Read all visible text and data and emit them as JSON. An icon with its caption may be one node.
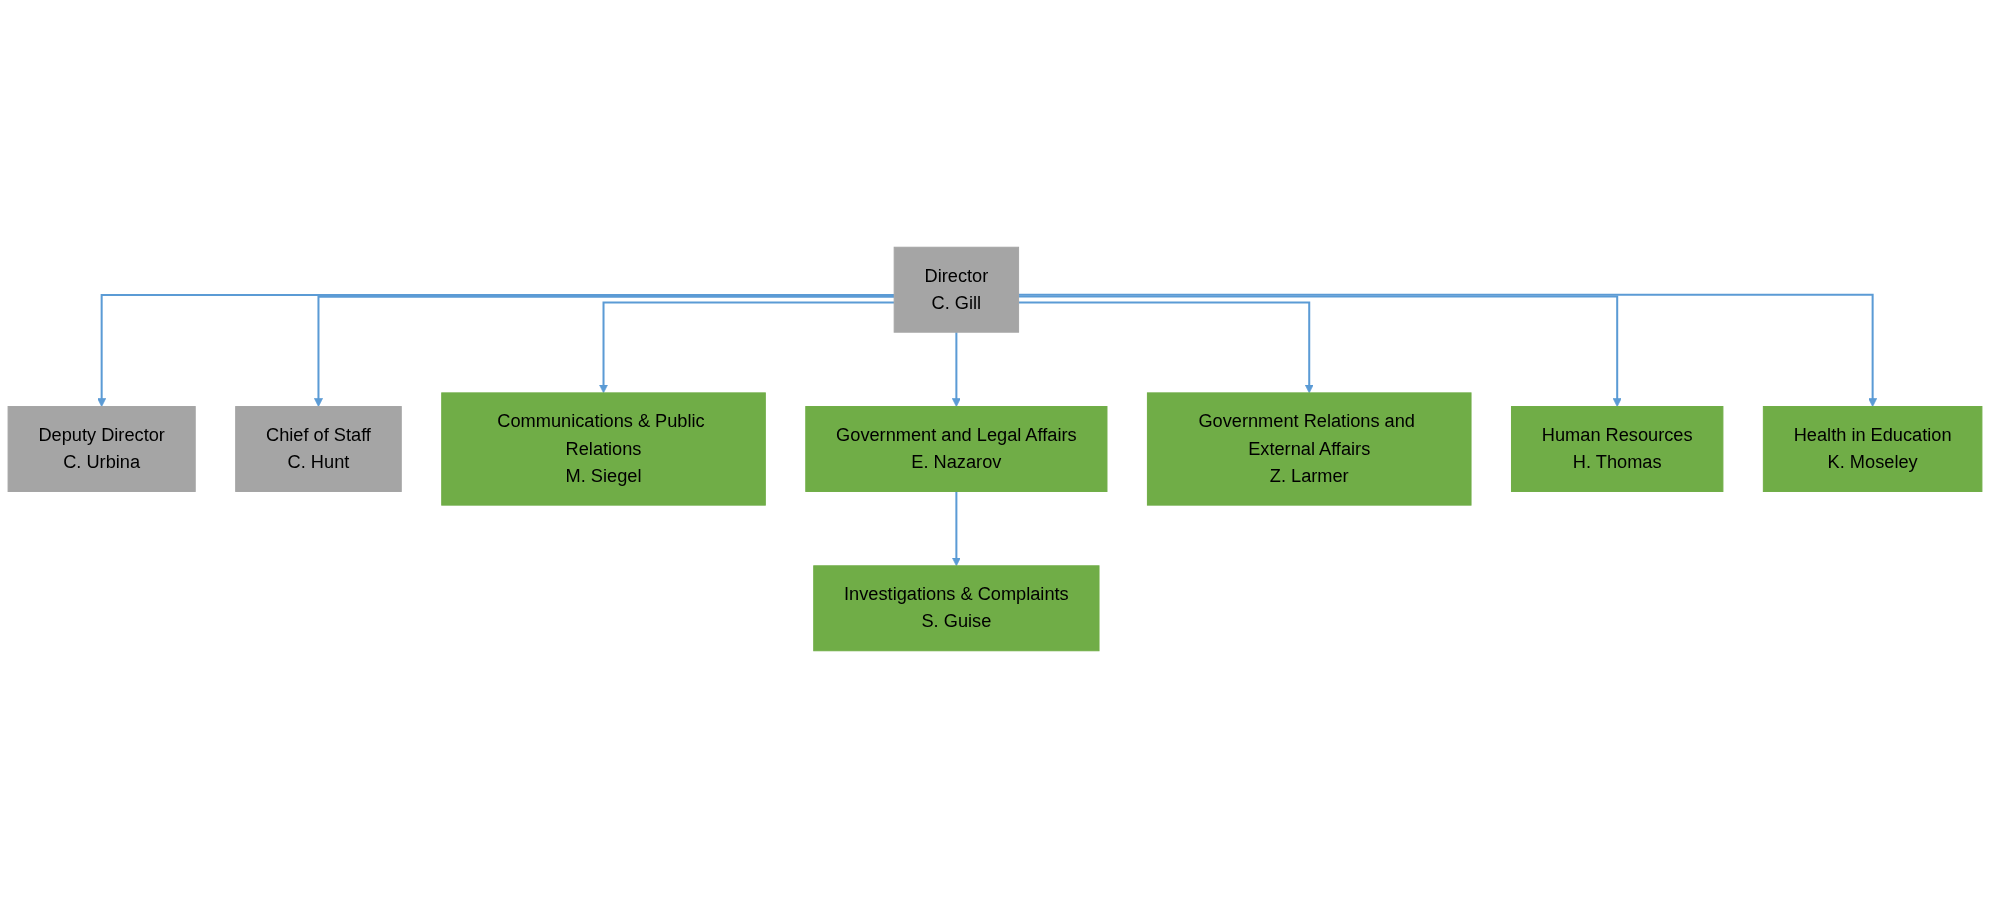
{
  "diagram": {
    "nodes": [
      {
        "text": [
          "Director",
          "C. Gill"
        ]
      },
      {
        "text": [
          "Deputy Director",
          "C. Urbina"
        ]
      },
      {
        "text": [
          "Chief of Staff",
          "C. Hunt"
        ]
      },
      {
        "text": [
          "Communications & Public Relations",
          "M. Siegel"
        ]
      },
      {
        "text": [
          "Government and Legal Affairs",
          "E. Nazarov"
        ]
      },
      {
        "text": [
          "Government Relations and External Affairs",
          "Z. Larmer"
        ]
      },
      {
        "text": [
          "Human Resources",
          "H. Thomas"
        ]
      },
      {
        "text": [
          "Health in Education",
          "K. Moseley"
        ]
      },
      {
        "text": [
          "Investigations & Complaints",
          "S. Guise"
        ]
      }
    ],
    "edges": [
      {
        "from": 0,
        "to": 1,
        "arrow": "to"
      },
      {
        "from": 0,
        "to": 2,
        "arrow": "to"
      },
      {
        "from": 0,
        "to": 3,
        "arrow": "to"
      },
      {
        "from": 0,
        "to": 4,
        "arrow": "to"
      },
      {
        "from": 0,
        "to": 5,
        "arrow": "to"
      },
      {
        "from": 0,
        "to": 6,
        "arrow": "to"
      },
      {
        "from": 0,
        "to": 7,
        "arrow": "to"
      },
      {
        "from": 4,
        "to": 8,
        "arrow": "to"
      }
    ]
  }
}
